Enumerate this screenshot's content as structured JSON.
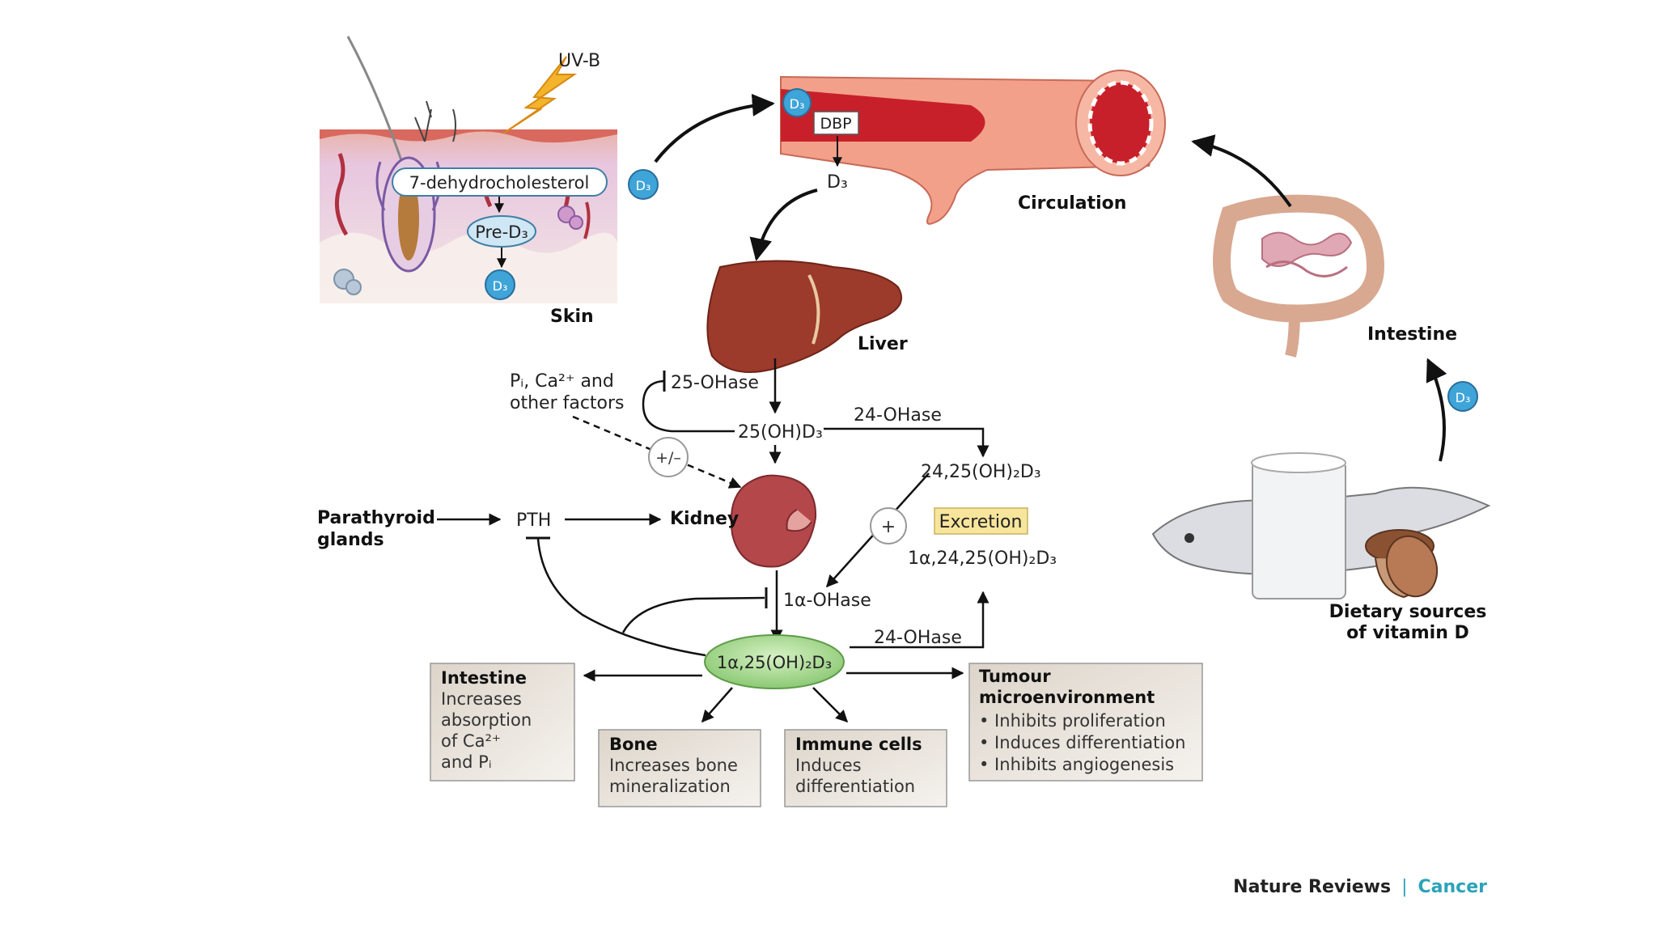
{
  "labels": {
    "uvb": "UV-B",
    "dehydro": "7-dehydrocholesterol",
    "pre_d3": "Pre-D₃",
    "d3": "D₃",
    "dbp": "DBP",
    "skin": "Skin",
    "circulation": "Circulation",
    "liver": "Liver",
    "intestine": "Intestine",
    "dietary": [
      "Dietary sources",
      "of vitamin D"
    ],
    "factors": [
      "Pᵢ, Ca²⁺ and",
      "other factors"
    ],
    "plus_minus": "+/–",
    "plus": "+",
    "ohase25": "25-OHase",
    "oh25d3": "25(OH)D₃",
    "ohase24_top": "24-OHase",
    "oh2425d3": "24,25(OH)₂D₃",
    "excretion": "Excretion",
    "oh1a2425d3": "1α,24,25(OH)₂D₃",
    "parathyroid": [
      "Parathyroid",
      "glands"
    ],
    "pth": "PTH",
    "kidney": "Kidney",
    "ohase1a": "1α-OHase",
    "calcitriol": "1α,25(OH)₂D₃",
    "ohase24_bottom": "24-OHase"
  },
  "boxes": {
    "intestine": {
      "title": "Intestine",
      "lines": [
        "Increases",
        "absorption",
        "of Ca²⁺",
        "and Pᵢ"
      ]
    },
    "bone": {
      "title": "Bone",
      "lines": [
        "Increases bone",
        "mineralization"
      ]
    },
    "immune": {
      "title": "Immune cells",
      "lines": [
        "Induces",
        "differentiation"
      ]
    },
    "tumour": {
      "title_lines": [
        "Tumour",
        "microenvironment"
      ],
      "lines": [
        "• Inhibits proliferation",
        "• Induces differentiation",
        "• Inhibits angiogenesis"
      ]
    }
  },
  "footer": {
    "journal": "Nature Reviews",
    "separator": "|",
    "section": "Cancer"
  },
  "colors": {
    "blood": "#c8202a",
    "vessel": "#f2a08a",
    "liver": "#9c3a2c",
    "kidney": "#b3474a",
    "skin": "#ead4e6",
    "calcitriol": "#a8d890",
    "excretion": "#f8e59c",
    "box": "#e6e0d7",
    "d3_bubble": "#3fa4d8",
    "accent": "#2aa3b8"
  }
}
